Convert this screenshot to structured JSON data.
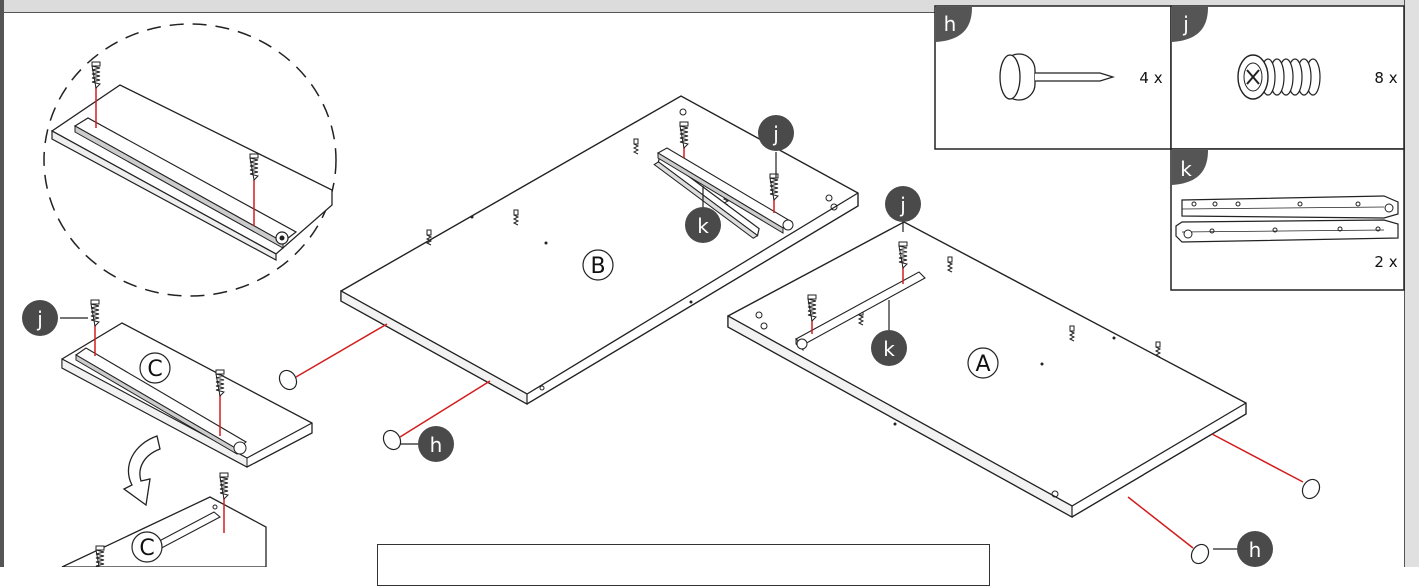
{
  "panels": {
    "a": {
      "label": "A"
    },
    "b": {
      "label": "B"
    },
    "c": {
      "label": "C"
    }
  },
  "callouts": {
    "h": "h",
    "j": "j",
    "k": "k"
  },
  "parts_list": [
    {
      "tag": "h",
      "quantity": "4 x",
      "icon": "nail-icon"
    },
    {
      "tag": "j",
      "quantity": "8 x",
      "icon": "screw-icon"
    },
    {
      "tag": "k",
      "quantity": "2 x",
      "icon": "drawer-rail-icon"
    }
  ]
}
